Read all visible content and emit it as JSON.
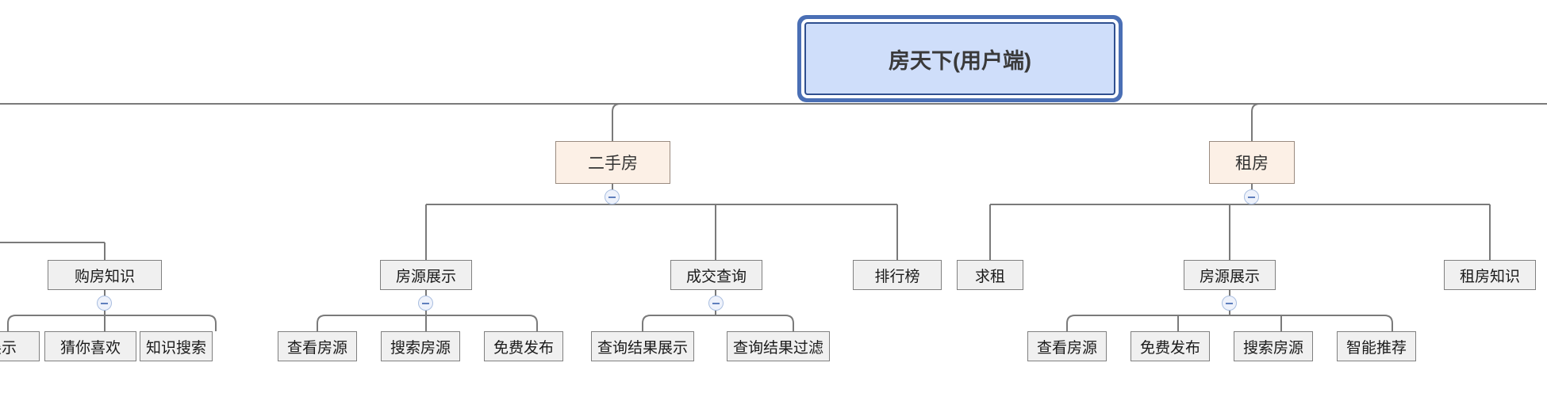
{
  "diagram": {
    "type": "mind-map-tree",
    "title": "房天下(用户端)",
    "orientation": "top-down",
    "colors": {
      "root_fill": "#cfdefa",
      "root_border": "#4a6fb5",
      "level1_fill": "#fcf0e6",
      "level1_border": "#9a8b80",
      "leaf_fill": "#f0f0f0",
      "leaf_border": "#808080",
      "connector": "#7a7a7a",
      "toggle_accent": "#5f7fbd"
    }
  },
  "root": {
    "label": "房天下(用户端)"
  },
  "branches": [
    {
      "id": "branch-hidden-left",
      "label": "",
      "children": [
        {
          "id": "n-gou-fang-zhi-shi",
          "label": "购房知识",
          "toggle": "collapse-minus",
          "children": [
            {
              "id": "n-zhan-shi-clip",
              "label": "展示"
            },
            {
              "id": "n-cai-ni-xi-huan",
              "label": "猜你喜欢"
            },
            {
              "id": "n-zhi-shi-sou-suo",
              "label": "知识搜索"
            }
          ]
        }
      ]
    },
    {
      "id": "branch-ershoufang",
      "label": "二手房",
      "toggle": "collapse-minus",
      "children": [
        {
          "id": "n-fangyuan-zhanshi-1",
          "label": "房源展示",
          "toggle": "collapse-minus",
          "children": [
            {
              "id": "n-chakan-fangyuan-1",
              "label": "查看房源"
            },
            {
              "id": "n-sousuo-fangyuan-1",
              "label": "搜索房源"
            },
            {
              "id": "n-mianfei-fabu-1",
              "label": "免费发布"
            }
          ]
        },
        {
          "id": "n-chengjiao-chaxun",
          "label": "成交查询",
          "toggle": "collapse-minus",
          "children": [
            {
              "id": "n-chaxun-jieguo-zhanshi",
              "label": "查询结果展示"
            },
            {
              "id": "n-chaxun-jieguo-guolv",
              "label": "查询结果过滤"
            }
          ]
        },
        {
          "id": "n-paihangbang",
          "label": "排行榜",
          "children": []
        }
      ]
    },
    {
      "id": "branch-zufang",
      "label": "租房",
      "toggle": "collapse-minus",
      "children": [
        {
          "id": "n-qiuzu",
          "label": "求租",
          "children": []
        },
        {
          "id": "n-fangyuan-zhanshi-2",
          "label": "房源展示",
          "toggle": "collapse-minus",
          "children": [
            {
              "id": "n-chakan-fangyuan-2",
              "label": "查看房源"
            },
            {
              "id": "n-mianfei-fabu-2",
              "label": "免费发布"
            },
            {
              "id": "n-sousuo-fangyuan-2",
              "label": "搜索房源"
            },
            {
              "id": "n-zhineng-tuijian",
              "label": "智能推荐"
            }
          ]
        },
        {
          "id": "n-zufang-zhishi",
          "label": "租房知识",
          "children": []
        }
      ]
    }
  ]
}
